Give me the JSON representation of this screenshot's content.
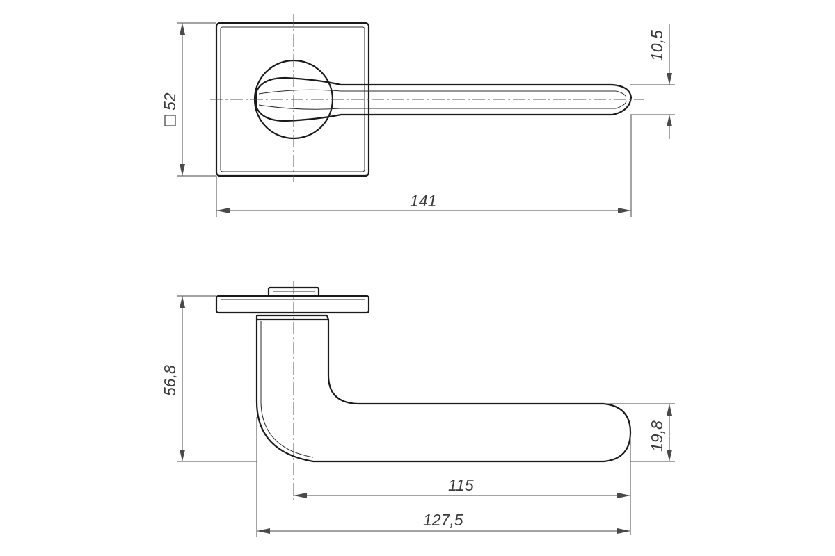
{
  "dimensions": {
    "plate_square": "52",
    "handle_thickness": "10,5",
    "overall_length": "141",
    "projection": "56,8",
    "grip_height": "19,8",
    "lever_length": "115",
    "total_length": "127,5"
  }
}
